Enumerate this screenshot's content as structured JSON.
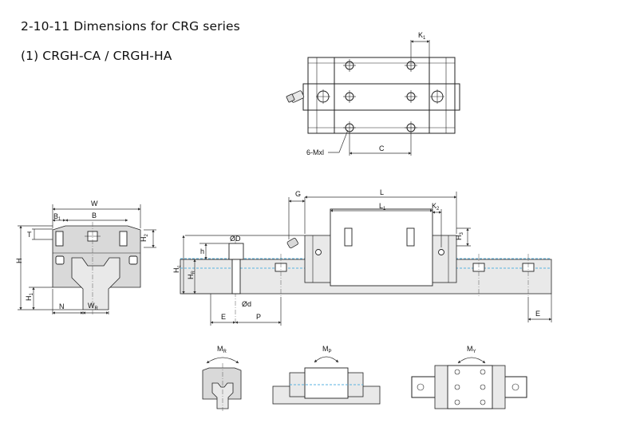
{
  "headings": {
    "section": "2-10-11 Dimensions for CRG series",
    "model": "(1) CRGH-CA / CRGH-HA"
  },
  "top_view": {
    "k1": "K",
    "k1_sub": "1",
    "mxl": "6-Mxl",
    "c": "C"
  },
  "front_view": {
    "w": "W",
    "b1": "B",
    "b1_sub": "1",
    "b": "B",
    "t": "T",
    "h2": "H",
    "h2_sub": "2",
    "h": "H",
    "h1": "H",
    "h1_sub": "1",
    "n": "N",
    "wr": "W",
    "wr_sub": "R"
  },
  "side_view": {
    "g": "G",
    "l": "L",
    "l1": "L",
    "l1_sub": "1",
    "k2": "K",
    "k2_sub": "2",
    "h3": "H",
    "h3_sub": "3",
    "od_big": "ØD",
    "od_small": "Ød",
    "h_small": "h",
    "hr": "H",
    "hr_sub": "R",
    "hc": "H",
    "hc_sub": "c",
    "e_left": "E",
    "p": "P",
    "e_right": "E"
  },
  "moments": {
    "mr": "M",
    "mr_sub": "R",
    "mp": "M",
    "mp_sub": "P",
    "my": "M",
    "my_sub": "Y"
  }
}
